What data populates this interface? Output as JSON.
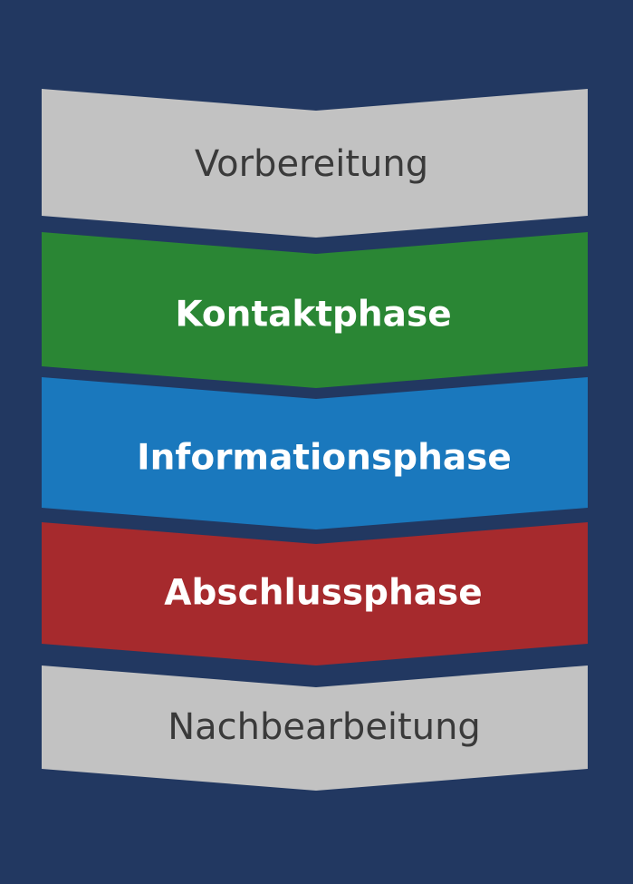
{
  "phases": [
    {
      "label": "Vorbereitung",
      "color": "#c2c2c2",
      "style": "light"
    },
    {
      "label": "Kontaktphase",
      "color": "#2a8634",
      "style": "bold"
    },
    {
      "label": "Informationsphase",
      "color": "#1a78bd",
      "style": "bold"
    },
    {
      "label": "Abschlussphase",
      "color": "#a62a2d",
      "style": "bold"
    },
    {
      "label": "Nachbearbeitung",
      "color": "#c2c2c2",
      "style": "light"
    }
  ],
  "colors": {
    "background": "#223861"
  }
}
